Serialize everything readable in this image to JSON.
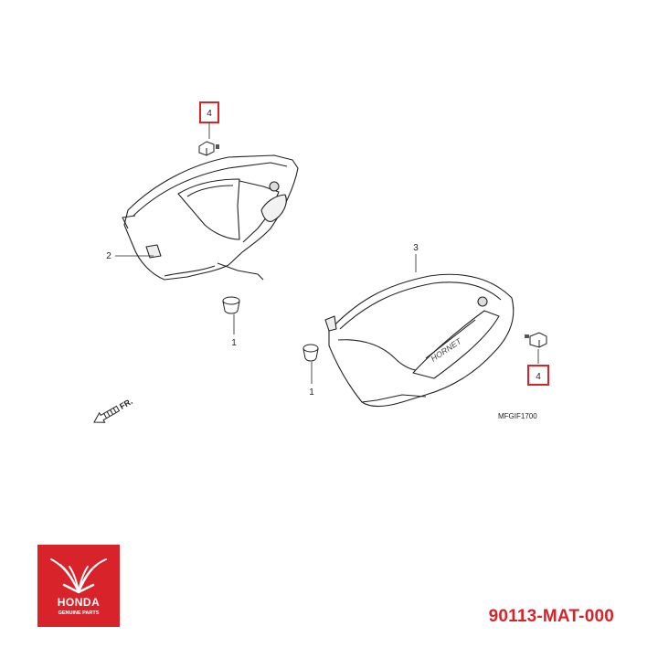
{
  "callouts": {
    "bolt_top": "4",
    "bolt_right": "4",
    "cover_left": "2",
    "cover_right": "3",
    "grommet_left": "1",
    "grommet_right": "1"
  },
  "diagram_code": "MFGIF1700",
  "front_indicator": "FR.",
  "brand": {
    "logo_text": "HONDA",
    "logo_subtext": "GENUINE PARTS",
    "logo_bg_color": "#d8232a"
  },
  "part_number": "90113-MAT-000",
  "highlight_color": "#d8232a"
}
